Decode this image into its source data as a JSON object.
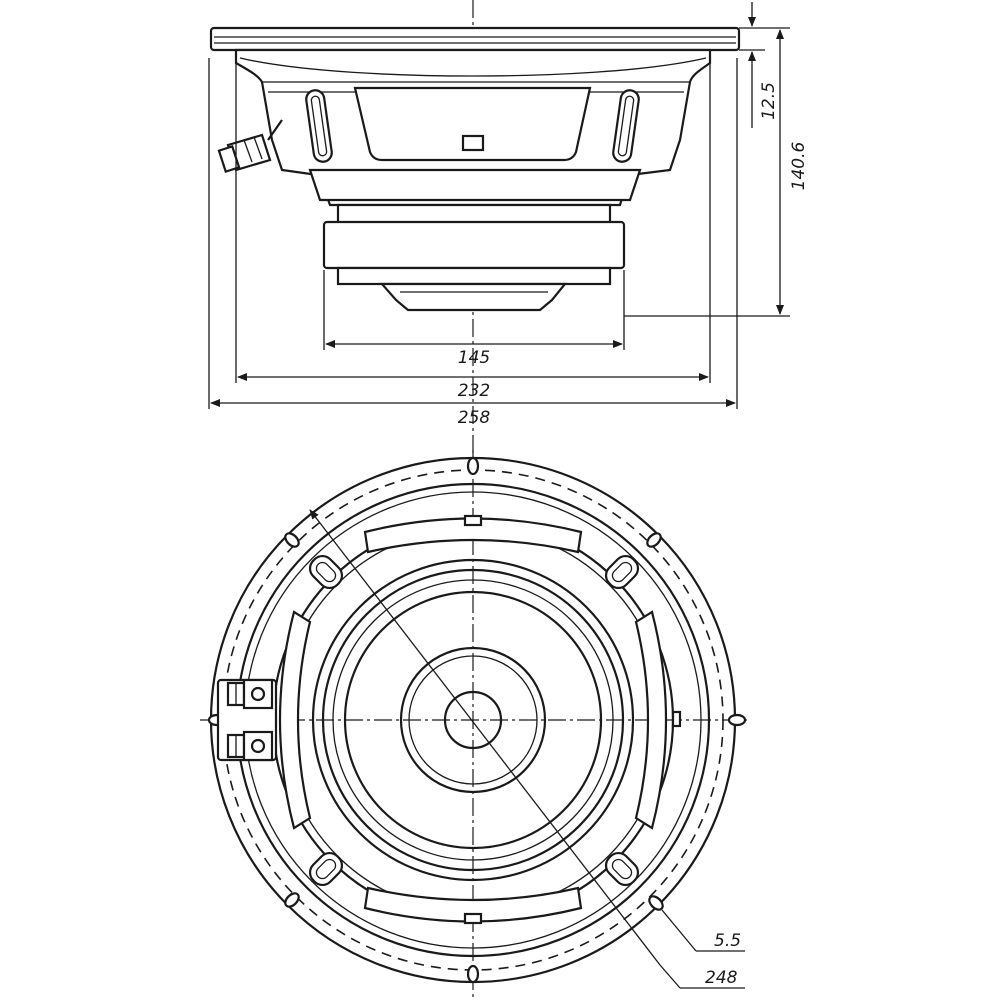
{
  "side_view": {
    "dimensions": {
      "magnet_diameter": "145",
      "basket_diameter": "232",
      "overall_diameter": "258",
      "flange_height": "12.5",
      "overall_depth": "140.6"
    }
  },
  "front_view": {
    "dimensions": {
      "mounting_hole": "5.5",
      "bolt_circle": "248"
    }
  }
}
